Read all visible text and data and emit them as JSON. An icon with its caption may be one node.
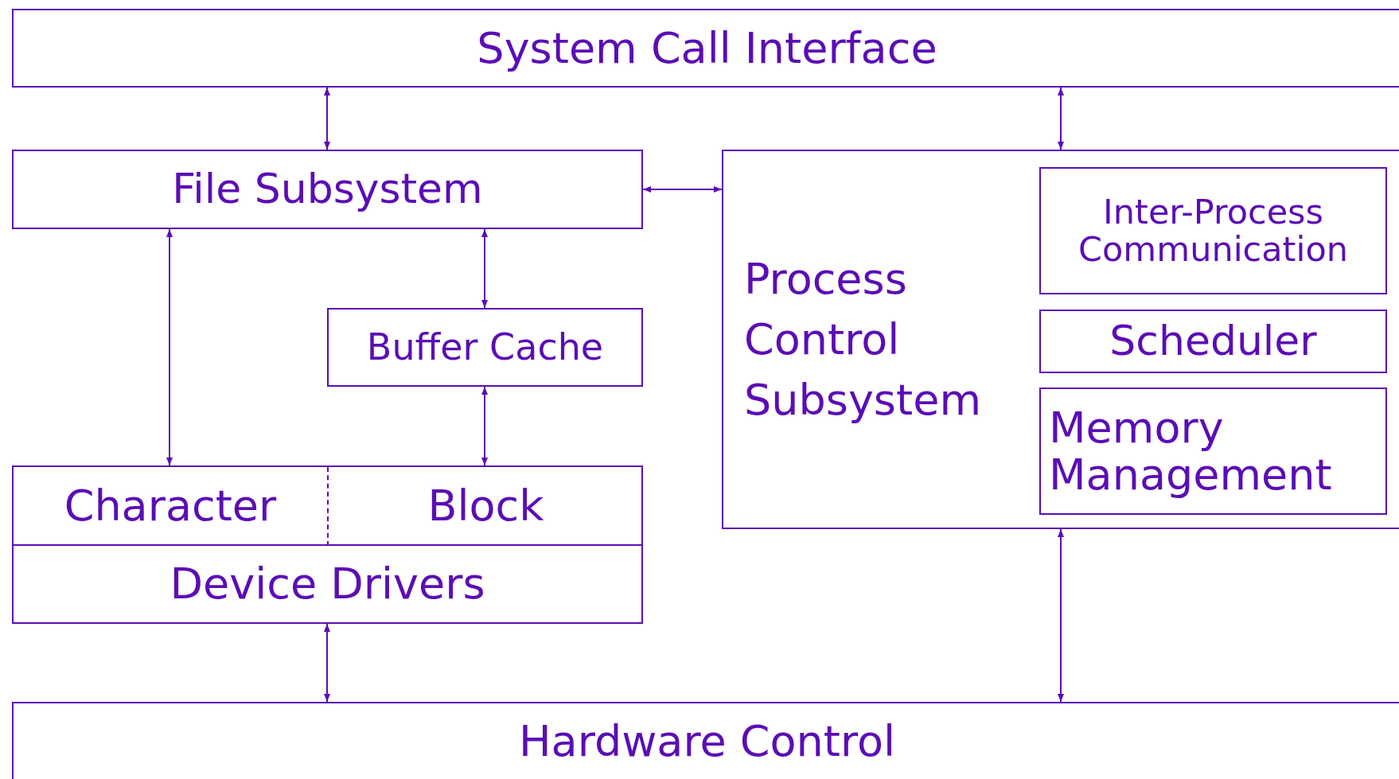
{
  "diagram": {
    "nodes": [
      {
        "text": [
          "System Call Interface"
        ]
      },
      {
        "text": [
          "File Subsystem"
        ]
      },
      {
        "text": [
          "Process Control Subsystem"
        ]
      },
      {
        "text": [
          "Inter-Process Communication"
        ],
        "in": 2
      },
      {
        "text": [
          "Scheduler"
        ],
        "in": 2
      },
      {
        "text": [
          "Memory Management"
        ],
        "in": 2
      },
      {
        "text": [
          "Buffer Cache"
        ]
      },
      {
        "text": [
          "Device Drivers"
        ]
      },
      {
        "text": [
          "Character"
        ],
        "in": 7
      },
      {
        "text": [
          "Block"
        ],
        "in": 7
      },
      {
        "text": [
          "Hardware Control"
        ]
      }
    ],
    "edges": [
      {
        "from": 0,
        "to": 1,
        "arrow": "both"
      },
      {
        "from": 0,
        "to": 2,
        "arrow": "both"
      },
      {
        "from": 1,
        "to": 2,
        "arrow": "both"
      },
      {
        "from": 1,
        "to": 8,
        "arrow": "both"
      },
      {
        "from": 1,
        "to": 6,
        "arrow": "both"
      },
      {
        "from": 6,
        "to": 9,
        "arrow": "both"
      },
      {
        "from": 7,
        "to": 10,
        "arrow": "both"
      },
      {
        "from": 2,
        "to": 10,
        "arrow": "both"
      }
    ]
  }
}
